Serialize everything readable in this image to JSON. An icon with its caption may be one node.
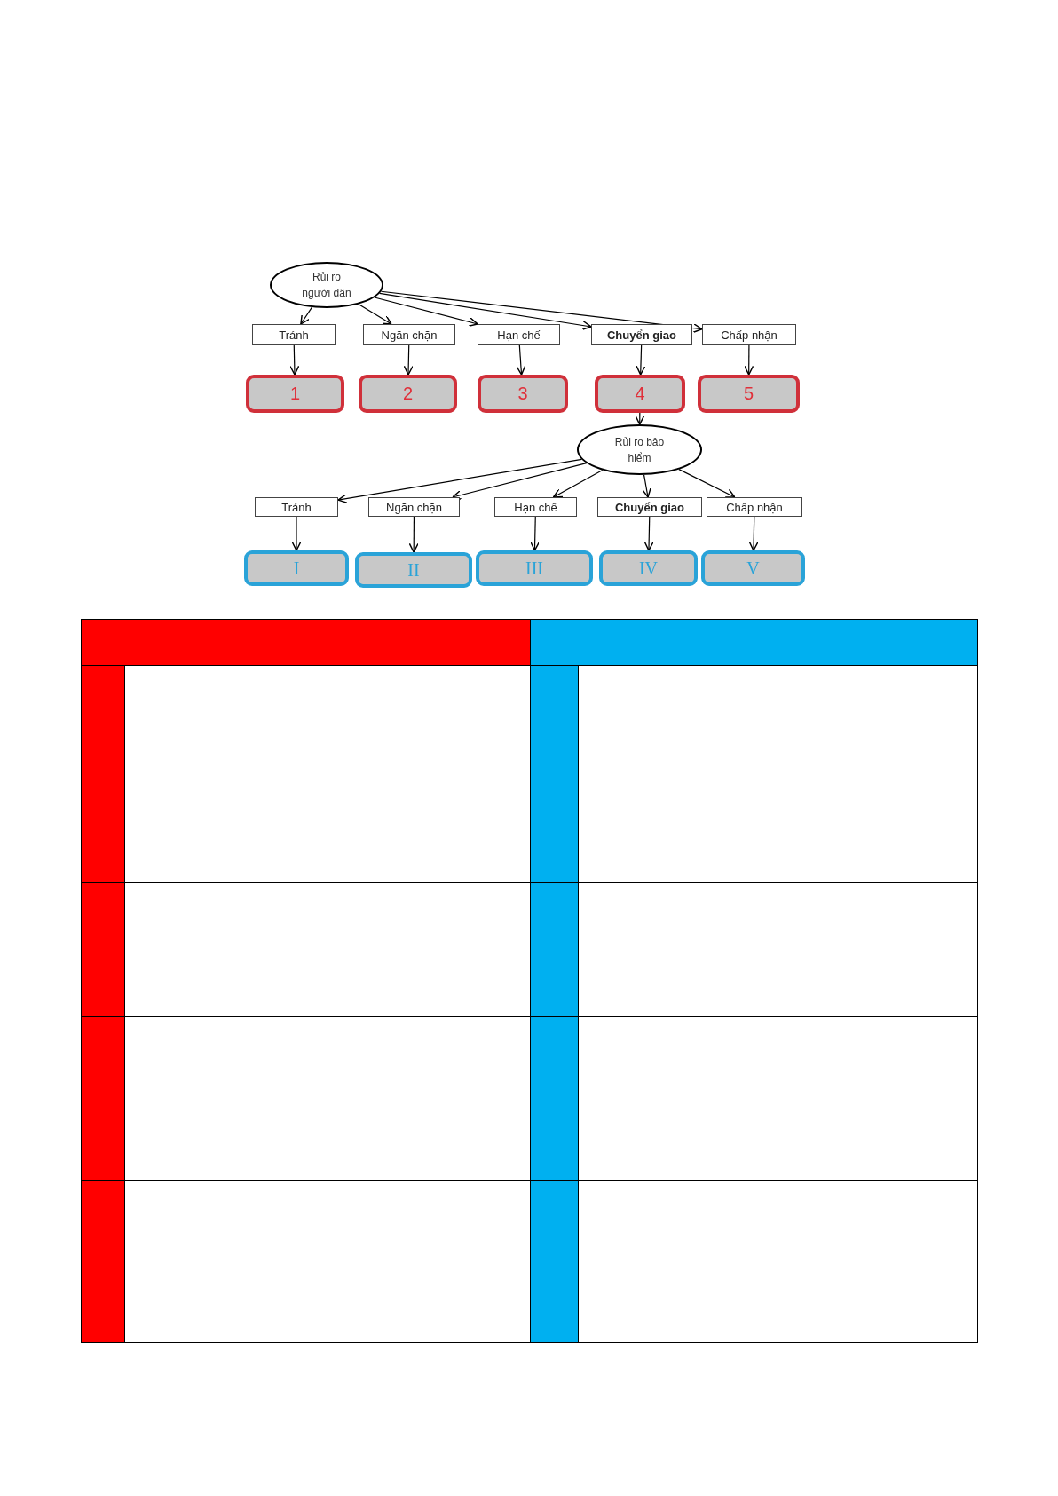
{
  "diagram": {
    "nodes": [
      {
        "text": [
          "Rủi ro người dân"
        ]
      },
      {
        "text": [
          "Tránh"
        ]
      },
      {
        "text": [
          "Ngăn chặn"
        ]
      },
      {
        "text": [
          "Hạn chế"
        ]
      },
      {
        "text": [
          "Chuyển giao"
        ]
      },
      {
        "text": [
          "Chấp nhận"
        ]
      },
      {
        "text": [
          "1"
        ]
      },
      {
        "text": [
          "2"
        ]
      },
      {
        "text": [
          "3"
        ]
      },
      {
        "text": [
          "4"
        ]
      },
      {
        "text": [
          "5"
        ]
      },
      {
        "text": [
          "Rủi ro bảo hiểm"
        ]
      },
      {
        "text": [
          "Tránh"
        ]
      },
      {
        "text": [
          "Ngăn chặn"
        ]
      },
      {
        "text": [
          "Hạn chế"
        ]
      },
      {
        "text": [
          "Chuyển giao"
        ]
      },
      {
        "text": [
          "Chấp nhận"
        ]
      },
      {
        "text": [
          "I"
        ]
      },
      {
        "text": [
          "II"
        ]
      },
      {
        "text": [
          "III"
        ]
      },
      {
        "text": [
          "IV"
        ]
      },
      {
        "text": [
          "V"
        ]
      }
    ],
    "edges": [
      {
        "from": 0,
        "to": 1,
        "arrow": "to"
      },
      {
        "from": 0,
        "to": 2,
        "arrow": "to"
      },
      {
        "from": 0,
        "to": 3,
        "arrow": "to"
      },
      {
        "from": 0,
        "to": 4,
        "arrow": "to"
      },
      {
        "from": 0,
        "to": 5,
        "arrow": "to"
      },
      {
        "from": 1,
        "to": 6,
        "arrow": "to"
      },
      {
        "from": 2,
        "to": 7,
        "arrow": "to"
      },
      {
        "from": 3,
        "to": 8,
        "arrow": "to"
      },
      {
        "from": 4,
        "to": 9,
        "arrow": "to"
      },
      {
        "from": 5,
        "to": 10,
        "arrow": "to"
      },
      {
        "from": 9,
        "to": 11,
        "arrow": "to"
      },
      {
        "from": 11,
        "to": 12,
        "arrow": "to"
      },
      {
        "from": 11,
        "to": 13,
        "arrow": "to"
      },
      {
        "from": 11,
        "to": 14,
        "arrow": "to"
      },
      {
        "from": 11,
        "to": 15,
        "arrow": "to"
      },
      {
        "from": 11,
        "to": 16,
        "arrow": "to"
      },
      {
        "from": 12,
        "to": 17,
        "arrow": "to"
      },
      {
        "from": 13,
        "to": 18,
        "arrow": "to"
      },
      {
        "from": 14,
        "to": 19,
        "arrow": "to"
      },
      {
        "from": 15,
        "to": 20,
        "arrow": "to"
      },
      {
        "from": 16,
        "to": 21,
        "arrow": "to"
      }
    ]
  }
}
